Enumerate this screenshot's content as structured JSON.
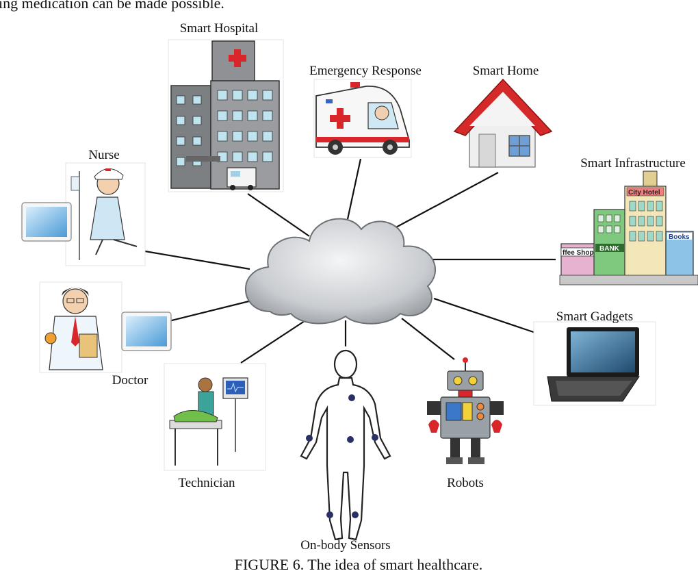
{
  "intro_fragment": "ing medication can be made possible.",
  "caption": "FIGURE 6. The idea of smart healthcare.",
  "hub": "cloud-icon",
  "nodes": [
    {
      "id": "smart-hospital",
      "label": "Smart Hospital",
      "icon": "hospital-icon"
    },
    {
      "id": "emergency-response",
      "label": "Emergency Response",
      "icon": "ambulance-icon"
    },
    {
      "id": "smart-home",
      "label": "Smart Home",
      "icon": "house-icon"
    },
    {
      "id": "smart-infrastructure",
      "label": "Smart Infrastructure",
      "icon": "city-icon"
    },
    {
      "id": "nurse",
      "label": "Nurse",
      "icon": "nurse-icon"
    },
    {
      "id": "doctor",
      "label": "Doctor",
      "icon": "doctor-icon"
    },
    {
      "id": "smart-gadgets",
      "label": "Smart Gadgets",
      "icon": "laptop-icon"
    },
    {
      "id": "technician",
      "label": "Technician",
      "icon": "technician-icon"
    },
    {
      "id": "on-body-sensors",
      "label": "On-body Sensors",
      "icon": "body-sensors-icon"
    },
    {
      "id": "robots",
      "label": "Robots",
      "icon": "robot-icon"
    }
  ],
  "signs": {
    "city_hotel": "City Hotel",
    "coffee_shop": "ffee Shop",
    "bank": "BANK",
    "books": "Books"
  },
  "colors": {
    "hospital_cross": "#d8262a",
    "roof": "#d42a2a",
    "cloud": "#c9ccd0",
    "sensor_dot": "#2a2f66",
    "line": "#111111"
  }
}
